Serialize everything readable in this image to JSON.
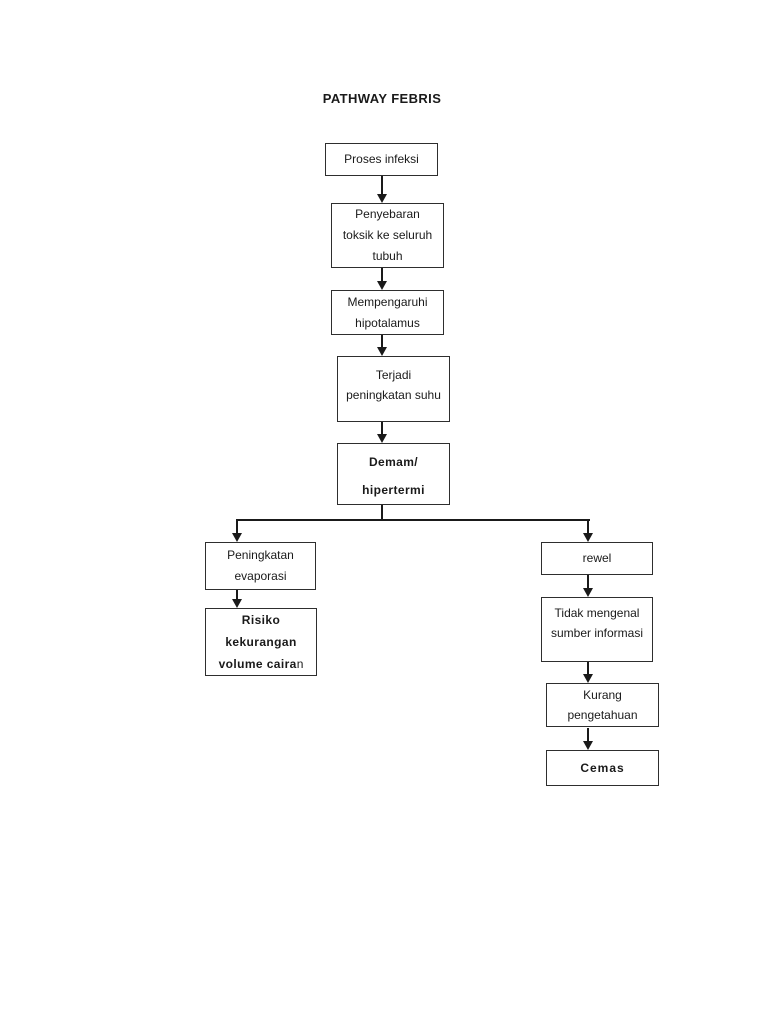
{
  "style": {
    "background": "#ffffff",
    "ink": "#1a1a1a",
    "box_border": "#2e2e2e"
  },
  "diagram": {
    "title": "PATHWAY FEBRIS",
    "nodes": {
      "proses_infeksi": {
        "lines": [
          "Proses infeksi"
        ]
      },
      "penyebaran": {
        "lines": [
          "Penyebaran",
          "toksik ke seluruh",
          "tubuh"
        ]
      },
      "mempengaruhi": {
        "lines": [
          "Mempengaruhi",
          "hipotalamus"
        ]
      },
      "terjadi": {
        "lines": [
          "Terjadi",
          "peningkatan suhu"
        ]
      },
      "demam": {
        "lines": [
          "Demam/",
          "hipertermi"
        ]
      },
      "peningkatan_evaporasi": {
        "lines": [
          "Peningkatan",
          "evaporasi"
        ]
      },
      "risiko": {
        "lines": [
          "Risiko",
          "kekurangan"
        ],
        "line3_bold": "volume caira",
        "line3_regular": "n"
      },
      "rewel": {
        "lines": [
          "rewel"
        ]
      },
      "tidak_mengenal": {
        "lines": [
          "Tidak mengenal",
          "sumber informasi"
        ]
      },
      "kurang_pengetahuan": {
        "lines": [
          "Kurang",
          "pengetahuan"
        ]
      },
      "cemas": {
        "lines": [
          "Cemas"
        ]
      }
    }
  }
}
